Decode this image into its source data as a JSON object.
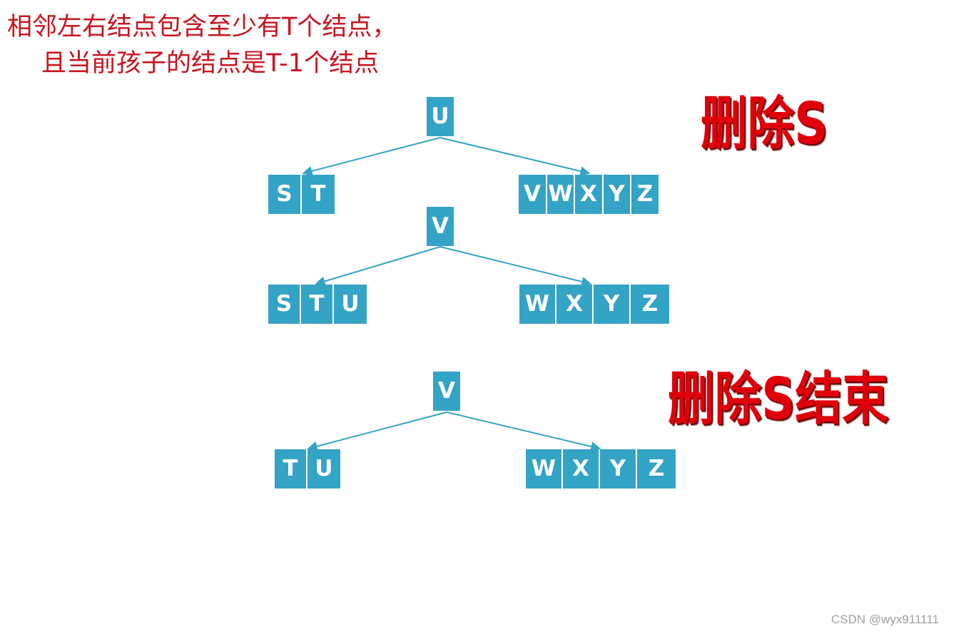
{
  "captions": [
    "相邻左右结点包含至少有T个结点，",
    "且当前孩子的结点是T-1个结点"
  ],
  "labels": {
    "step1": "删除S",
    "step2": "删除S结束"
  },
  "trees": [
    {
      "root": [
        "U"
      ],
      "left": [
        "S",
        "T"
      ],
      "right": [
        "V",
        "W",
        "X",
        "Y",
        "Z"
      ]
    },
    {
      "root": [
        "V"
      ],
      "left": [
        "S",
        "T",
        "U"
      ],
      "right": [
        "W",
        "X",
        "Y",
        "Z"
      ]
    },
    {
      "root": [
        "V"
      ],
      "left": [
        "T",
        "U"
      ],
      "right": [
        "W",
        "X",
        "Y",
        "Z"
      ]
    }
  ],
  "watermark": "CSDN @wyx911111",
  "colors": {
    "node_fill": "#33a3c6",
    "node_text": "#ffffff",
    "edge": "#33a3c6",
    "caption": "#c8141e",
    "label": "#e0000a"
  }
}
